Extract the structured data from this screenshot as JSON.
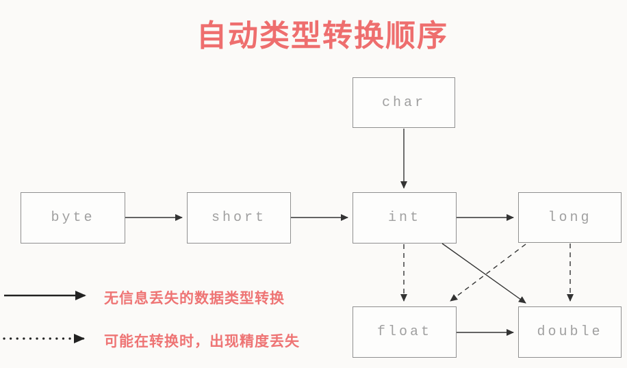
{
  "title": "自动类型转换顺序",
  "nodes": {
    "char": {
      "label": "char"
    },
    "byte": {
      "label": "byte"
    },
    "short": {
      "label": "short"
    },
    "int": {
      "label": "int"
    },
    "long": {
      "label": "long"
    },
    "float": {
      "label": "float"
    },
    "double": {
      "label": "double"
    }
  },
  "edges": [
    {
      "from": "byte",
      "to": "short",
      "style": "solid"
    },
    {
      "from": "short",
      "to": "int",
      "style": "solid"
    },
    {
      "from": "char",
      "to": "int",
      "style": "solid"
    },
    {
      "from": "int",
      "to": "long",
      "style": "solid"
    },
    {
      "from": "int",
      "to": "double",
      "style": "solid"
    },
    {
      "from": "float",
      "to": "double",
      "style": "solid"
    },
    {
      "from": "int",
      "to": "float",
      "style": "dashed"
    },
    {
      "from": "long",
      "to": "float",
      "style": "dashed"
    },
    {
      "from": "long",
      "to": "double",
      "style": "dashed"
    }
  ],
  "legend": {
    "solid": {
      "label": "无信息丢失的数据类型转换"
    },
    "dotted": {
      "label": "可能在转换时，出现精度丢失"
    }
  },
  "colors": {
    "title": "#ee6e6e",
    "legend_text": "#ee7474",
    "box_border": "#8f8f8f",
    "box_text": "#a0a0a0",
    "arrow": "#333333",
    "background": "#fbfaf8"
  }
}
